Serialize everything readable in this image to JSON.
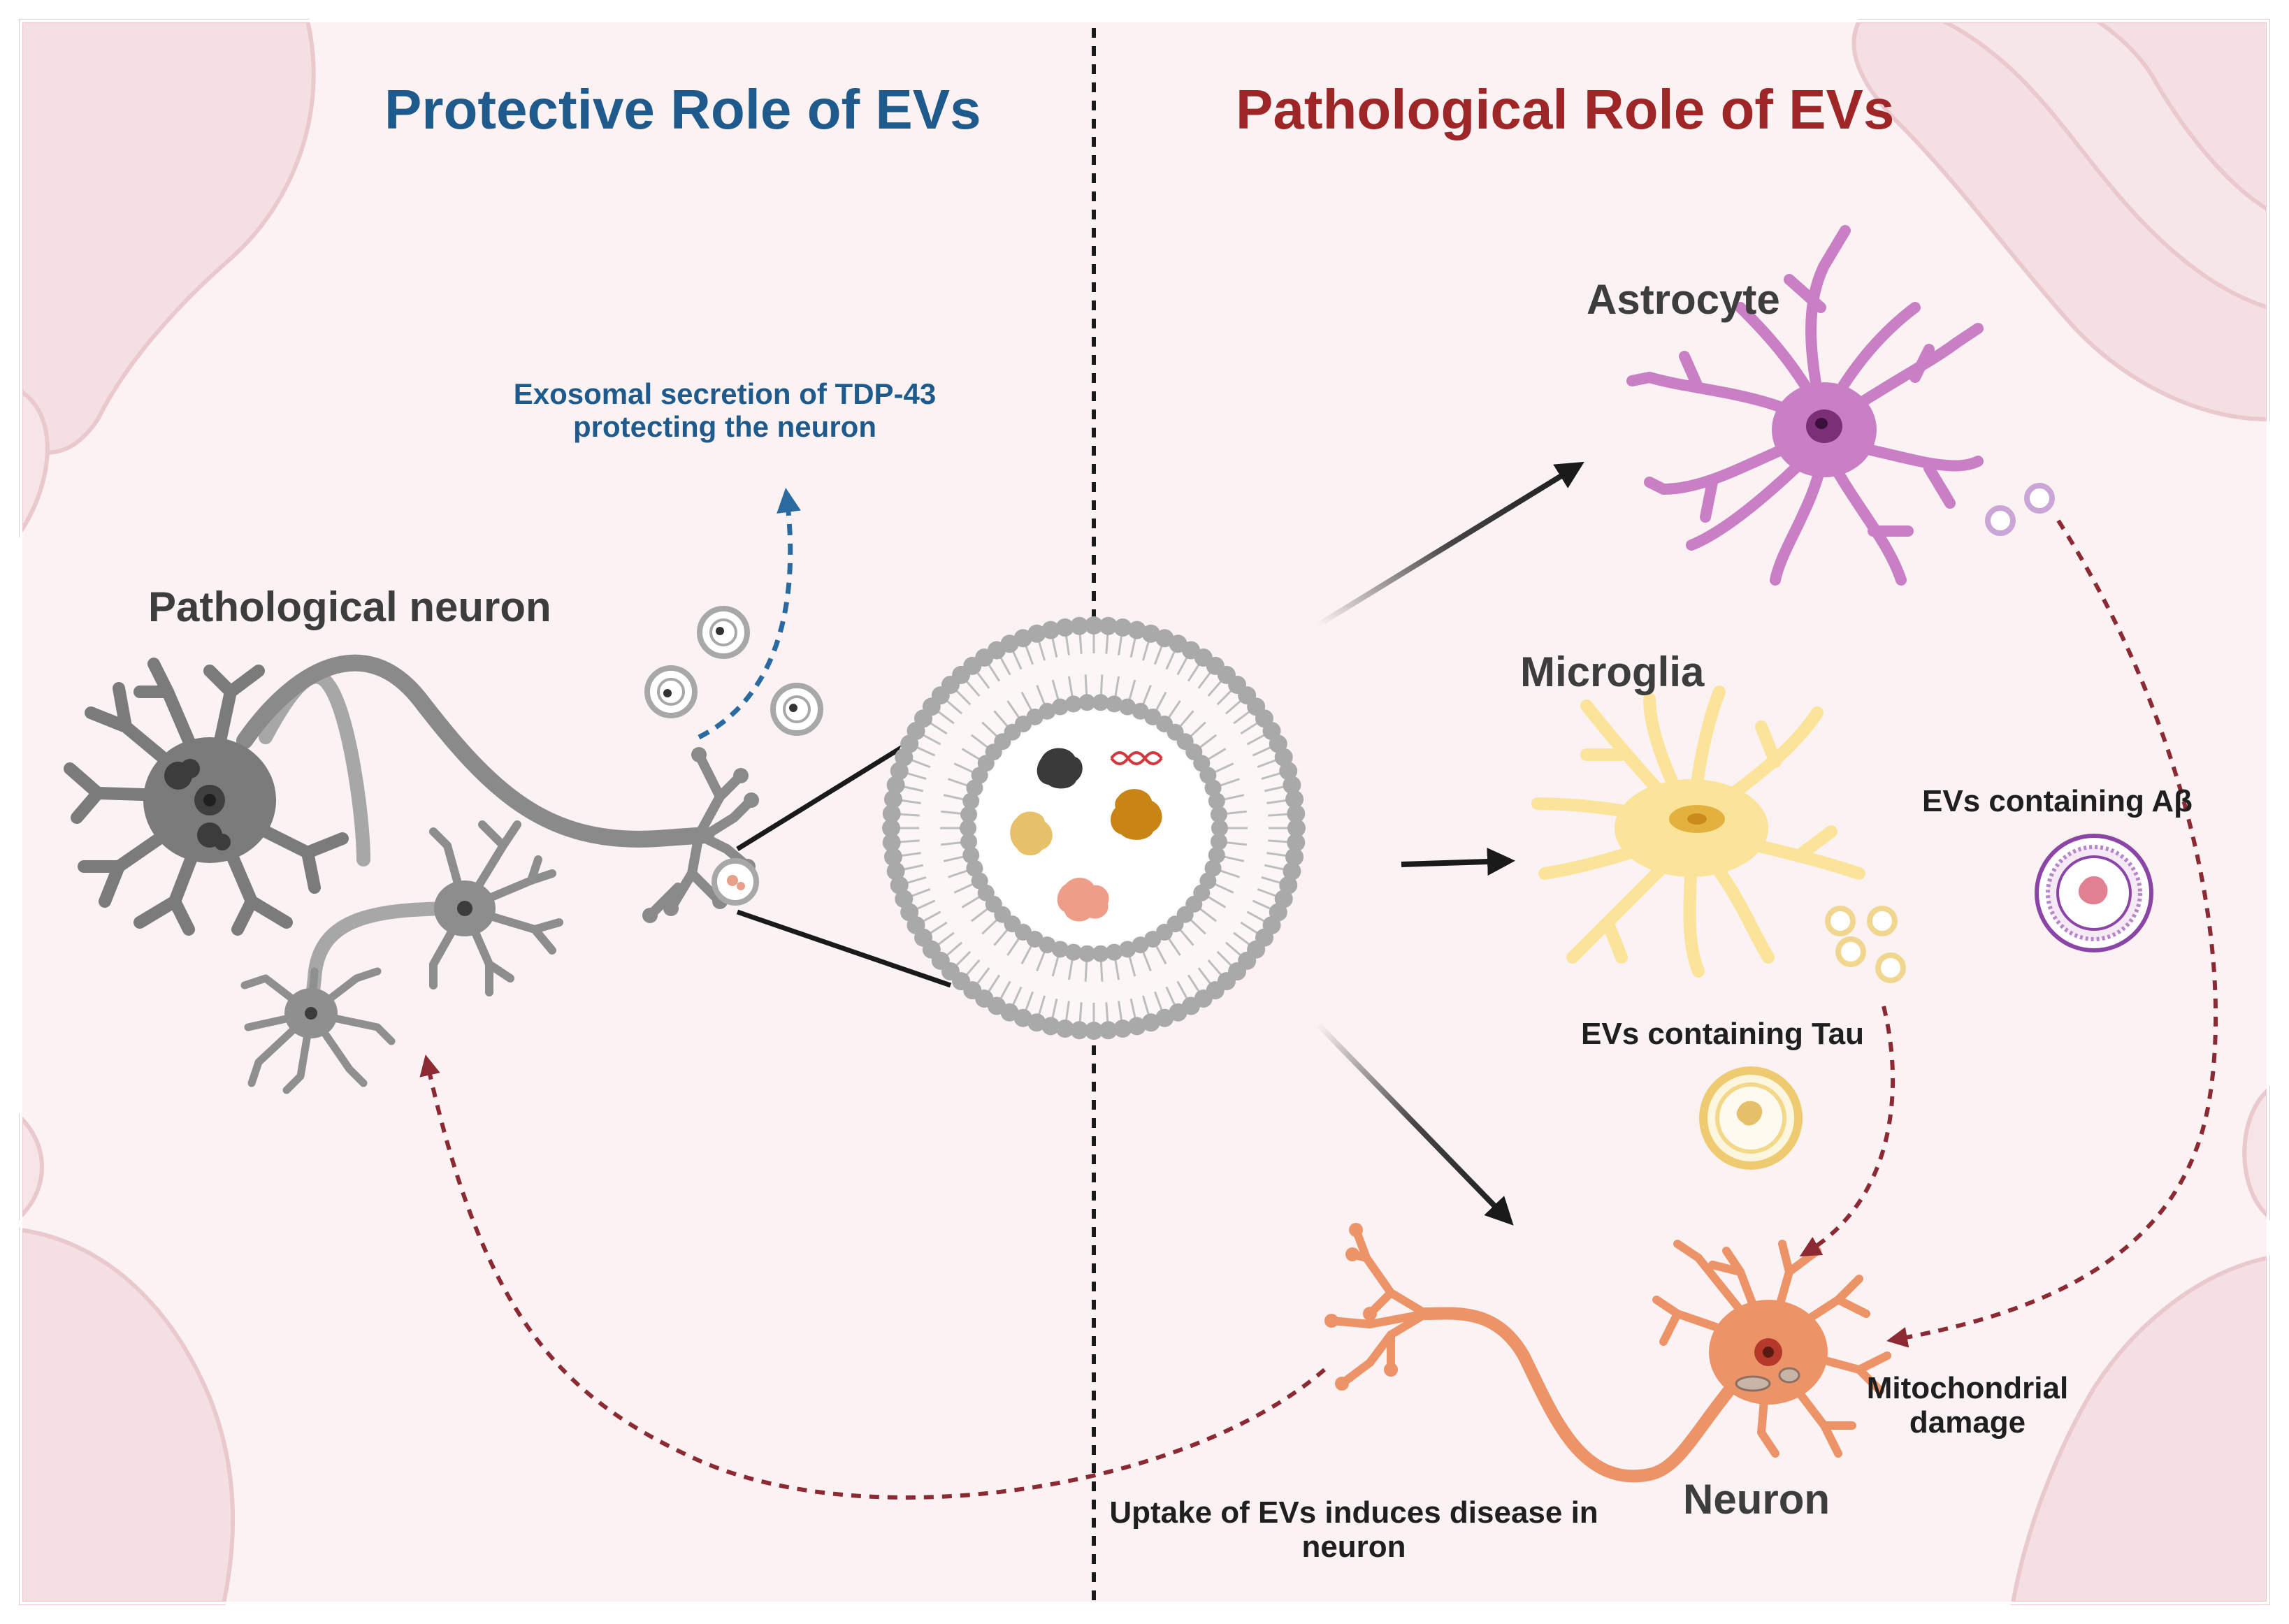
{
  "titles": {
    "protective": "Protective Role of EVs",
    "pathological": "Pathological Role of EVs"
  },
  "labels": {
    "pathological_neuron": "Pathological neuron",
    "exosomal_line1": "Exosomal secretion of TDP-43",
    "exosomal_line2": "protecting the neuron",
    "astrocyte": "Astrocyte",
    "microglia": "Microglia",
    "evs_abeta": "EVs containing Aβ",
    "evs_tau": "EVs containing Tau",
    "mito_line1": "Mitochondrial",
    "mito_line2": "damage",
    "neuron": "Neuron",
    "uptake_line1": "Uptake of EVs induces disease in",
    "uptake_line2": "neuron"
  },
  "colors": {
    "protective_title": "#1f5a8c",
    "pathological_title": "#9e2626",
    "exosomal_text": "#1f5a8c",
    "background": "#fbf2f3",
    "tissue": "#f2dadd",
    "grey_neuron": "#8a8a8a",
    "astrocyte": "#c97fc4",
    "microglia": "#fbe49a",
    "orange_neuron": "#ec9468",
    "red_dashed_arrow": "#8c2a34",
    "blue_dashed_arrow": "#2b6aa0"
  }
}
